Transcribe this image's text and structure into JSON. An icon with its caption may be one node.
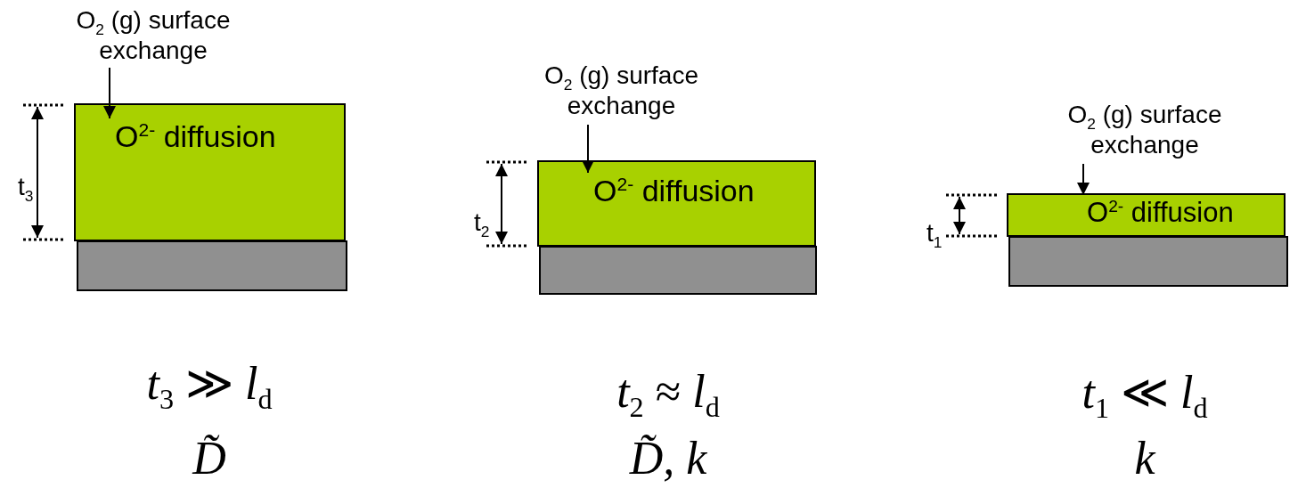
{
  "diagram": {
    "nodes": [
      {
        "text": [
          "O$_{2}$ (g) surface exchange"
        ]
      },
      {
        "text": [],
        "shape": "box"
      },
      {
        "text": [
          "O$^{2-}$ diffusion"
        ],
        "in": 1
      },
      {
        "text": [],
        "shape": "box"
      },
      {
        "text": [
          "O$_{2}$ (g) surface exchange"
        ]
      },
      {
        "text": [],
        "shape": "box"
      },
      {
        "text": [
          "O$^{2-}$ diffusion"
        ],
        "in": 5
      },
      {
        "text": [],
        "shape": "box"
      },
      {
        "text": [
          "O$_{2}$ (g) surface exchange"
        ]
      },
      {
        "text": [],
        "shape": "box"
      },
      {
        "text": [
          "O$^{2-}$ diffusion"
        ],
        "in": 9
      },
      {
        "text": [],
        "shape": "box"
      }
    ],
    "edges": [
      {
        "from": 0,
        "to": 2,
        "arrow": "to"
      },
      {
        "from": 4,
        "to": 6,
        "arrow": "to"
      },
      {
        "from": 8,
        "to": 10,
        "arrow": "to"
      }
    ],
    "labels": [
      "t$_{3}$",
      "t$_{2}$",
      "t$_{1}$",
      "*t*$_{3}$ ≫ *l*$_{d}$",
      "*t*$_{2}$ ≈ *l*$_{d}$",
      "*t*$_{1}$ ≪ *l*$_{d}$",
      "D̃",
      "D̃, k",
      "k"
    ]
  }
}
